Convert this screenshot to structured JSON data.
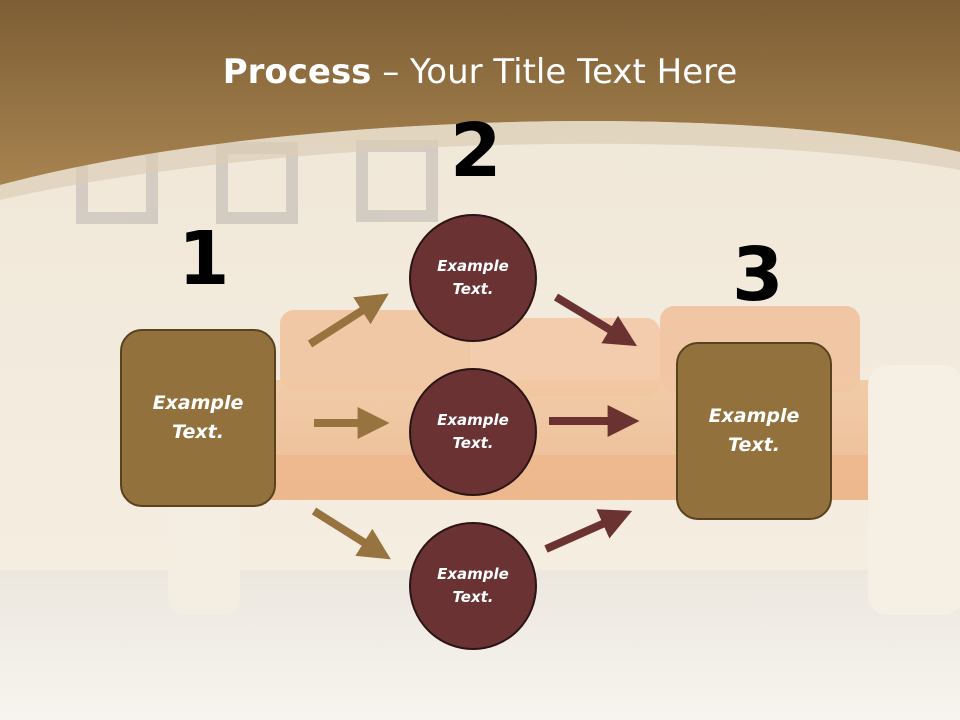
{
  "slide": {
    "title_bold": "Process",
    "title_rest": " – Your Title Text Here",
    "steps": [
      {
        "number": "1",
        "label": "Example Text."
      },
      {
        "number": "2"
      },
      {
        "number": "3",
        "label": "Example Text."
      }
    ],
    "middle_circles": [
      {
        "label": "Example Text."
      },
      {
        "label": "Example Text."
      },
      {
        "label": "Example Text."
      }
    ]
  },
  "colors": {
    "header_brown": "#8f6b3c",
    "box_fill": "#93713d",
    "circle_fill": "#6a3232",
    "arrow_tan": "#96733f",
    "arrow_maroon": "#6b3232"
  },
  "icons": {
    "arrows": "arrow-right-icon"
  }
}
